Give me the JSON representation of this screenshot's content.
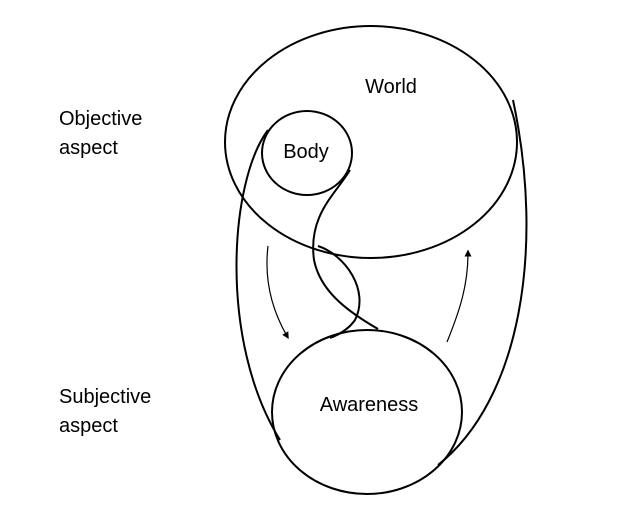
{
  "diagram": {
    "labels": {
      "world": "World",
      "body": "Body",
      "awareness": "Awareness",
      "objective_aspect": [
        "Objective",
        "aspect"
      ],
      "subjective_aspect": [
        "Subjective",
        "aspect"
      ]
    },
    "colors": {
      "stroke": "#000000",
      "background": "#ffffff",
      "text": "#000000"
    }
  }
}
